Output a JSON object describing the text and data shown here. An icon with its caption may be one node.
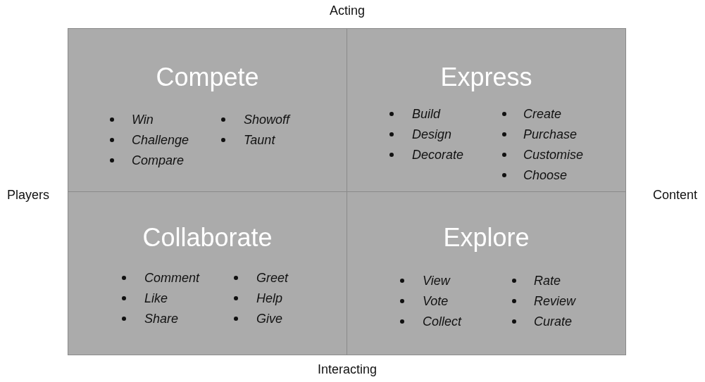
{
  "diagram": {
    "nodes": [
      {
        "text": [
          "Compete",
          "Win",
          "Challenge",
          "Compare",
          "Showoff",
          "Taunt"
        ]
      },
      {
        "text": [
          "Express",
          "Build",
          "Design",
          "Decorate",
          "Create",
          "Purchase",
          "Customise",
          "Choose"
        ]
      },
      {
        "text": [
          "Collaborate",
          "Comment",
          "Like",
          "Share",
          "Greet",
          "Help",
          "Give"
        ]
      },
      {
        "text": [
          "Explore",
          "View",
          "Vote",
          "Collect",
          "Rate",
          "Review",
          "Curate"
        ]
      }
    ],
    "edges": [],
    "labels": [
      "Acting",
      "Players",
      "Content",
      "Interacting"
    ]
  }
}
